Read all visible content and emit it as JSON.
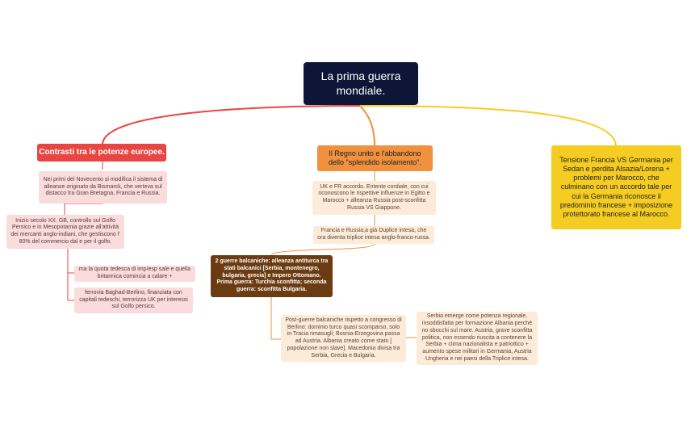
{
  "root": {
    "title": "La prima guerra mondiale."
  },
  "colors": {
    "root": "#0e1637",
    "red": "#e94643",
    "red_light": "#f9dcdb",
    "orange": "#f0913f",
    "orange_light": "#fcebd9",
    "brown": "#6b3b12",
    "yellow": "#f5cd22"
  },
  "branches": {
    "red": {
      "title": "Contrasti tra le potenze europee.",
      "n1": "Nei primi del Novecento si modifica il sistema di alleanze originato da Bismarck, che verteva sul distacco tra Gran Bretagna, Francia e Russia.",
      "n2": "Inizio secolo XX. GB, controllo sul Golfo Persico e in Mesopotamia grazie all'attività dei mercanti anglo-indiani, che gestiscono l' 80% del commercio dal e per il golfo.",
      "n3": "ma la quota tedesca di imp/esp sale e quella britannica comincia a calare +",
      "n4": "ferrovia Baghad-Berlino, finanziata con capitali tedeschi, terrorizza UK per interessi sul Golfo persico."
    },
    "orange": {
      "title": "Il Regno unito e l'abbandono dello \"splendido isolamento\".",
      "n1": "UK e FR accordo. Entente cordiale, con cui riconoscono le rispettive influenze in Egitto e Marocco + alleanza Russia post-sconfitta Russia VS Giappone.",
      "n2": "Francia e Russia,a già Duplice intesa, che ora diventa triplice intesa anglo-franco-russa.",
      "balkan": "2 guerre balcaniche: alleanza antiturca tra stati balcanici [Serbia, montenegro, bulgaria, grecia] e Impero Ottomano. Prima guerra: Turchia sconfitta; seconda guerra: sconfitta Bulgaria.",
      "n3": "Post-guerre balcaniche rispetto a congresso di Berlino: dominio turco quasi scomparso, solo in Tracia rimasugli; Bosnia-Erzegovina passa ad Austria. Albania creato come stato [ popolazione non slave], Macedonia divisa tra Serbia, Grecia e Bulgaria.",
      "n4": "Serbia emerge come potenza regionale, insoddisfatta per formazione Albania perché no sbocchi sul mare. Austria, grave sconfitta politica, non essendo riuscita a contenere la Serbia + clima nazionalista e patriottico + aumento spese militari in Germania, Austria Ungheria e nei paesi della Triplice intesa."
    },
    "yellow": {
      "title": "Tensione Francia VS Germania per Sedan e perdita Alsazia/Lorena + problemi per Marocco, che culminano con un accordo tale per cui la Germania riconosce il predominio francese + imposizione protettorato francese al Marocco."
    }
  }
}
